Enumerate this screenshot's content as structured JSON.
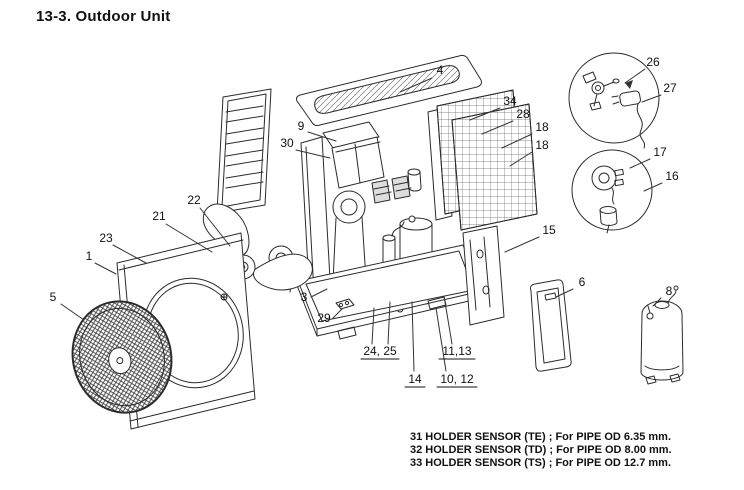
{
  "page": {
    "title": "13-3.  Outdoor Unit",
    "background": "#ffffff",
    "line_color": "#2b2b2b"
  },
  "callouts": [
    {
      "label": "4"
    },
    {
      "label": "34"
    },
    {
      "label": "28"
    },
    {
      "label": "18"
    },
    {
      "label": "18"
    },
    {
      "label": "26"
    },
    {
      "label": "27"
    },
    {
      "label": "17"
    },
    {
      "label": "16"
    },
    {
      "label": "9"
    },
    {
      "label": "30"
    },
    {
      "label": "22"
    },
    {
      "label": "21"
    },
    {
      "label": "23"
    },
    {
      "label": "1"
    },
    {
      "label": "15"
    },
    {
      "label": "5"
    },
    {
      "label": "6"
    },
    {
      "label": "8"
    },
    {
      "label": "3"
    },
    {
      "label": "29"
    },
    {
      "label": "24, 25"
    },
    {
      "label": "14"
    },
    {
      "label": "11,13"
    },
    {
      "label": "10, 12"
    }
  ],
  "notes": [
    "31 HOLDER SENSOR (TE) ; For PIPE OD 6.35 mm.",
    "32 HOLDER SENSOR (TD) ; For PIPE OD 8.00 mm.",
    "33 HOLDER SENSOR (TS) ; For PIPE OD 12.7 mm."
  ]
}
